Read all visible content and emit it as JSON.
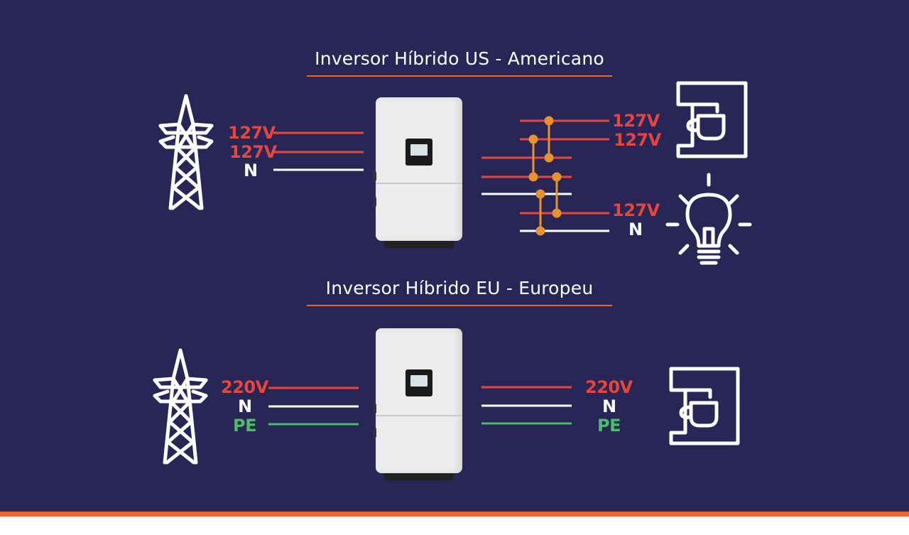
{
  "us": {
    "title": "Inversor Híbrido US - Americano",
    "input_labels": [
      "127V",
      "127V",
      "N"
    ],
    "output_labels_top": [
      "127V",
      "127V"
    ],
    "output_labels_bottom": [
      "127V",
      "N"
    ]
  },
  "eu": {
    "title": "Inversor Híbrido EU - Europeu",
    "input_labels": [
      "220V",
      "N",
      "PE"
    ],
    "output_labels": [
      "220V",
      "N",
      "PE"
    ]
  },
  "icons": {
    "grid": "transmission-tower-icon",
    "coffee": "coffee-machine-icon",
    "lamp": "light-bulb-icon",
    "inverter": "hybrid-inverter-device"
  },
  "colors": {
    "background": "#272656",
    "accent": "#e8692a",
    "phase": "#e8453c",
    "neutral": "#ffffff",
    "earth": "#4cbb6a",
    "junction": "#e8922a"
  }
}
